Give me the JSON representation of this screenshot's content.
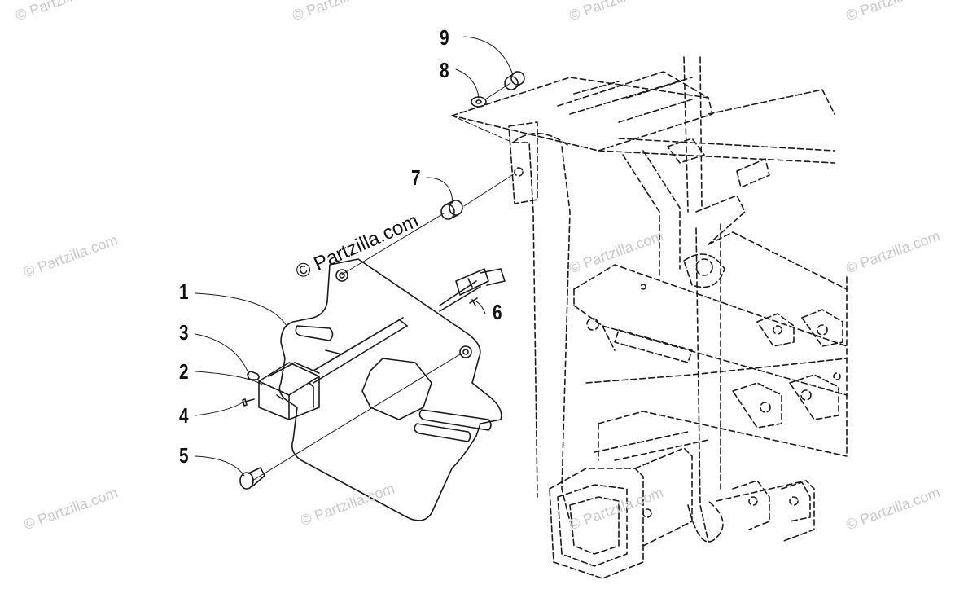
{
  "watermark": {
    "main_text": "© Partzilla.com",
    "tile_text": "© Partzilla.com"
  },
  "callouts": [
    {
      "id": "1",
      "label": "1"
    },
    {
      "id": "2",
      "label": "2"
    },
    {
      "id": "3",
      "label": "3"
    },
    {
      "id": "4",
      "label": "4"
    },
    {
      "id": "5",
      "label": "5"
    },
    {
      "id": "6",
      "label": "6"
    },
    {
      "id": "7",
      "label": "7"
    },
    {
      "id": "8",
      "label": "8"
    },
    {
      "id": "9",
      "label": "9"
    }
  ],
  "colors": {
    "line": "#1a1a1a",
    "watermark": "#c8c8c8",
    "background": "#ffffff"
  }
}
